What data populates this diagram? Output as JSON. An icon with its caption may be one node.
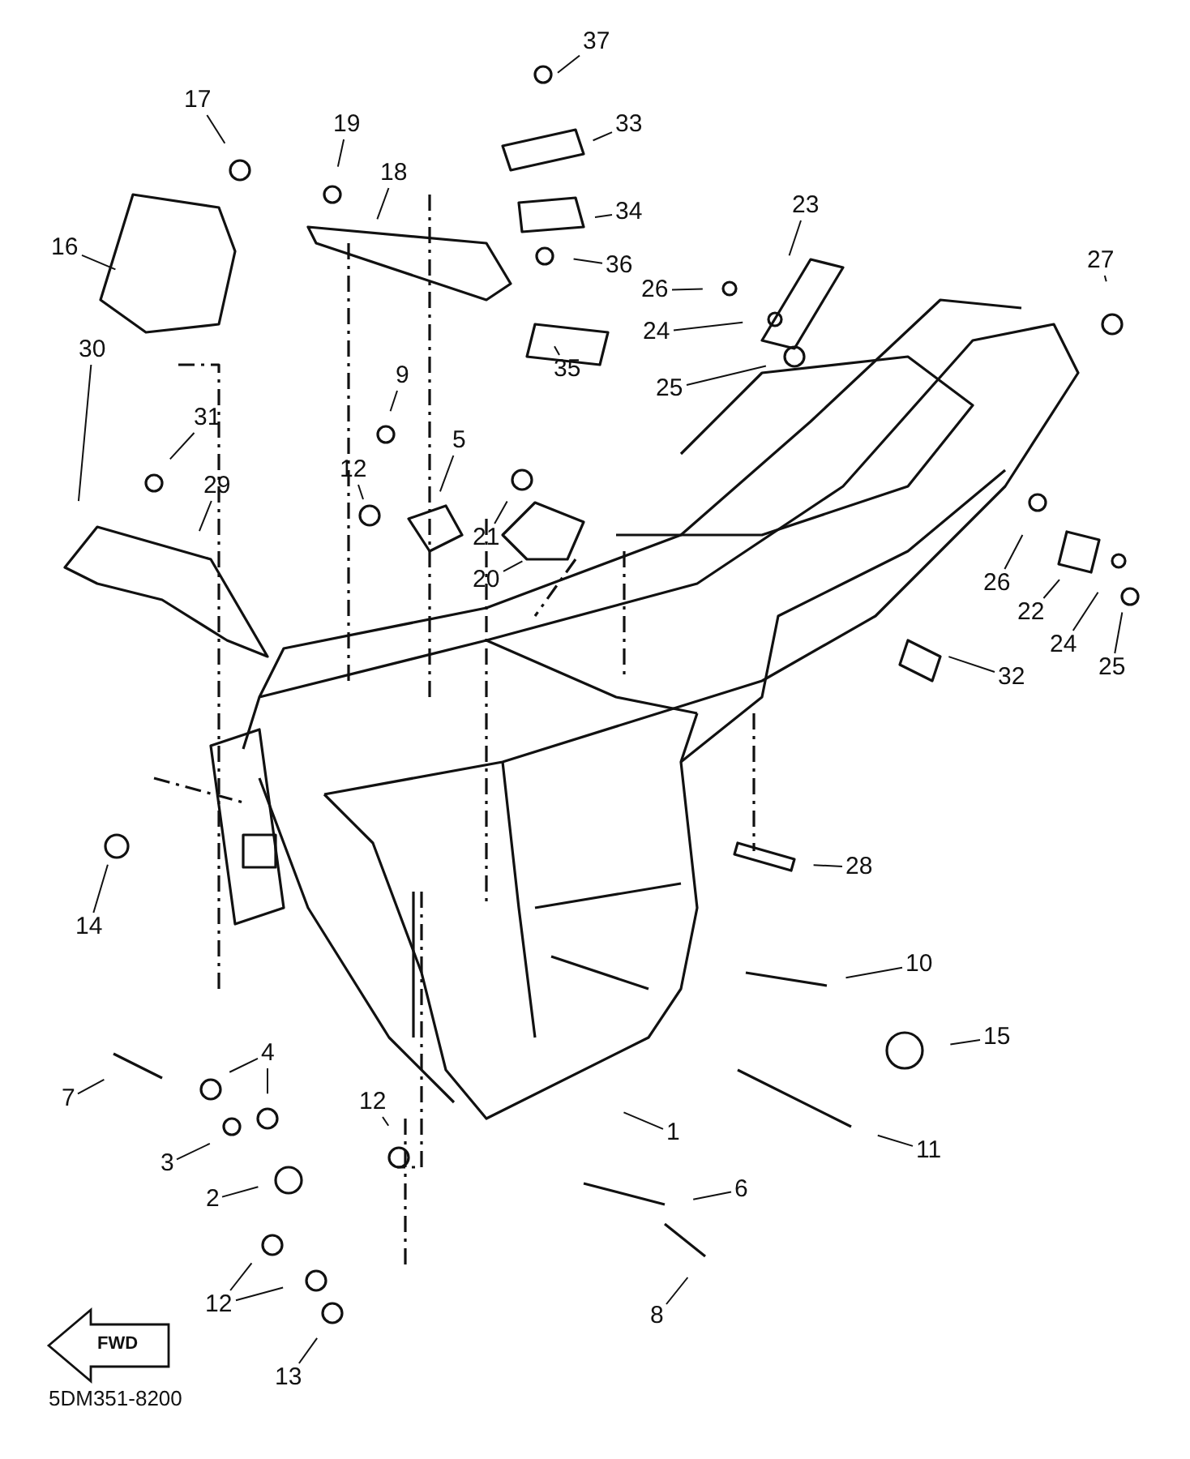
{
  "diagram": {
    "nodes": [
      {
        "text": [
          "37"
        ]
      },
      {
        "text": [
          "17"
        ]
      },
      {
        "text": [
          "19"
        ]
      },
      {
        "text": [
          "33"
        ]
      },
      {
        "text": [
          "18"
        ]
      },
      {
        "text": [
          "34"
        ]
      },
      {
        "text": [
          "23"
        ]
      },
      {
        "text": [
          "16"
        ]
      },
      {
        "text": [
          "36"
        ]
      },
      {
        "text": [
          "27"
        ]
      },
      {
        "text": [
          "26"
        ]
      },
      {
        "text": [
          "24"
        ]
      },
      {
        "text": [
          "25"
        ]
      },
      {
        "text": [
          "30"
        ]
      },
      {
        "text": [
          "35"
        ]
      },
      {
        "text": [
          "9"
        ]
      },
      {
        "text": [
          "31"
        ]
      },
      {
        "text": [
          "5"
        ]
      },
      {
        "text": [
          "29"
        ]
      },
      {
        "text": [
          "12"
        ]
      },
      {
        "text": [
          "21"
        ]
      },
      {
        "text": [
          "20"
        ]
      },
      {
        "text": [
          "26"
        ]
      },
      {
        "text": [
          "22"
        ]
      },
      {
        "text": [
          "24"
        ]
      },
      {
        "text": [
          "25"
        ]
      },
      {
        "text": [
          "32"
        ]
      },
      {
        "text": [
          "28"
        ]
      },
      {
        "text": [
          "14"
        ]
      },
      {
        "text": [
          "10"
        ]
      },
      {
        "text": [
          "15"
        ]
      },
      {
        "text": [
          "4"
        ]
      },
      {
        "text": [
          "7"
        ]
      },
      {
        "text": [
          "12"
        ]
      },
      {
        "text": [
          "1"
        ]
      },
      {
        "text": [
          "11"
        ]
      },
      {
        "text": [
          "3"
        ]
      },
      {
        "text": [
          "6"
        ]
      },
      {
        "text": [
          "2"
        ]
      },
      {
        "text": [
          "12"
        ]
      },
      {
        "text": [
          "8"
        ]
      },
      {
        "text": [
          "13"
        ]
      }
    ],
    "edges": [
      {
        "from": 0,
        "to": null,
        "arrow": "none"
      },
      {
        "from": 1,
        "to": null,
        "arrow": "none"
      },
      {
        "from": 2,
        "to": null,
        "arrow": "none"
      },
      {
        "from": 3,
        "to": null,
        "arrow": "none"
      },
      {
        "from": 4,
        "to": null,
        "arrow": "none"
      },
      {
        "from": 5,
        "to": null,
        "arrow": "none"
      },
      {
        "from": 6,
        "to": null,
        "arrow": "none"
      },
      {
        "from": 7,
        "to": null,
        "arrow": "none"
      },
      {
        "from": 8,
        "to": null,
        "arrow": "none"
      },
      {
        "from": 9,
        "to": null,
        "arrow": "none"
      },
      {
        "from": 10,
        "to": null,
        "arrow": "none"
      },
      {
        "from": 11,
        "to": null,
        "arrow": "none"
      },
      {
        "from": 12,
        "to": null,
        "arrow": "none"
      },
      {
        "from": 13,
        "to": null,
        "arrow": "none"
      },
      {
        "from": 14,
        "to": null,
        "arrow": "none"
      },
      {
        "from": 15,
        "to": null,
        "arrow": "none"
      },
      {
        "from": 16,
        "to": null,
        "arrow": "none"
      },
      {
        "from": 17,
        "to": null,
        "arrow": "none"
      },
      {
        "from": 18,
        "to": null,
        "arrow": "none"
      },
      {
        "from": 19,
        "to": null,
        "arrow": "none"
      },
      {
        "from": 20,
        "to": null,
        "arrow": "none"
      },
      {
        "from": 21,
        "to": null,
        "arrow": "none"
      },
      {
        "from": 22,
        "to": null,
        "arrow": "none"
      },
      {
        "from": 23,
        "to": null,
        "arrow": "none"
      },
      {
        "from": 24,
        "to": null,
        "arrow": "none"
      },
      {
        "from": 25,
        "to": null,
        "arrow": "none"
      },
      {
        "from": 26,
        "to": null,
        "arrow": "none"
      },
      {
        "from": 27,
        "to": null,
        "arrow": "none"
      },
      {
        "from": 28,
        "to": null,
        "arrow": "none"
      },
      {
        "from": 29,
        "to": null,
        "arrow": "none"
      },
      {
        "from": 30,
        "to": null,
        "arrow": "none"
      },
      {
        "from": 31,
        "to": null,
        "arrow": "none"
      },
      {
        "from": 31,
        "to": null,
        "arrow": "none"
      },
      {
        "from": 32,
        "to": null,
        "arrow": "none"
      },
      {
        "from": 33,
        "to": null,
        "arrow": "none"
      },
      {
        "from": 34,
        "to": null,
        "arrow": "none"
      },
      {
        "from": 35,
        "to": null,
        "arrow": "none"
      },
      {
        "from": 36,
        "to": null,
        "arrow": "none"
      },
      {
        "from": 37,
        "to": null,
        "arrow": "none"
      },
      {
        "from": 38,
        "to": null,
        "arrow": "none"
      },
      {
        "from": 39,
        "to": null,
        "arrow": "none"
      },
      {
        "from": 39,
        "to": null,
        "arrow": "none"
      },
      {
        "from": 40,
        "to": null,
        "arrow": "none"
      },
      {
        "from": 41,
        "to": null,
        "arrow": "none"
      }
    ],
    "labels": [
      "FWD",
      "5DM351-8200"
    ]
  }
}
